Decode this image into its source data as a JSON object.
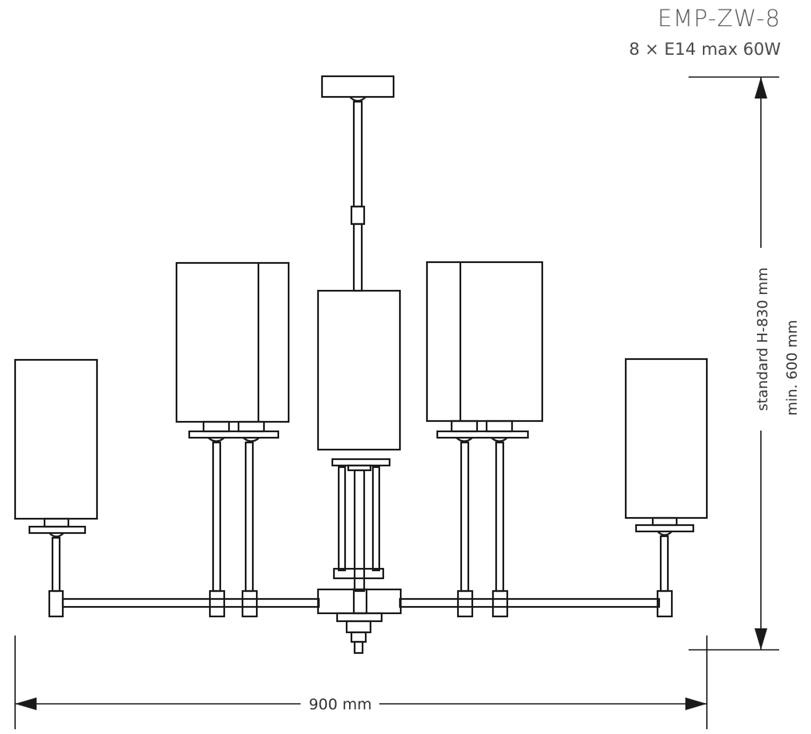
{
  "header": {
    "model": "EMP-ZW-8",
    "spec": "8 × E14 max 60W"
  },
  "dimensions": {
    "width_label": "900 mm",
    "height_standard_label": "standard H-830 mm",
    "height_min_label": "min. 600 mm"
  },
  "colors": {
    "line": "#1a1a1a",
    "text": "#333333"
  }
}
